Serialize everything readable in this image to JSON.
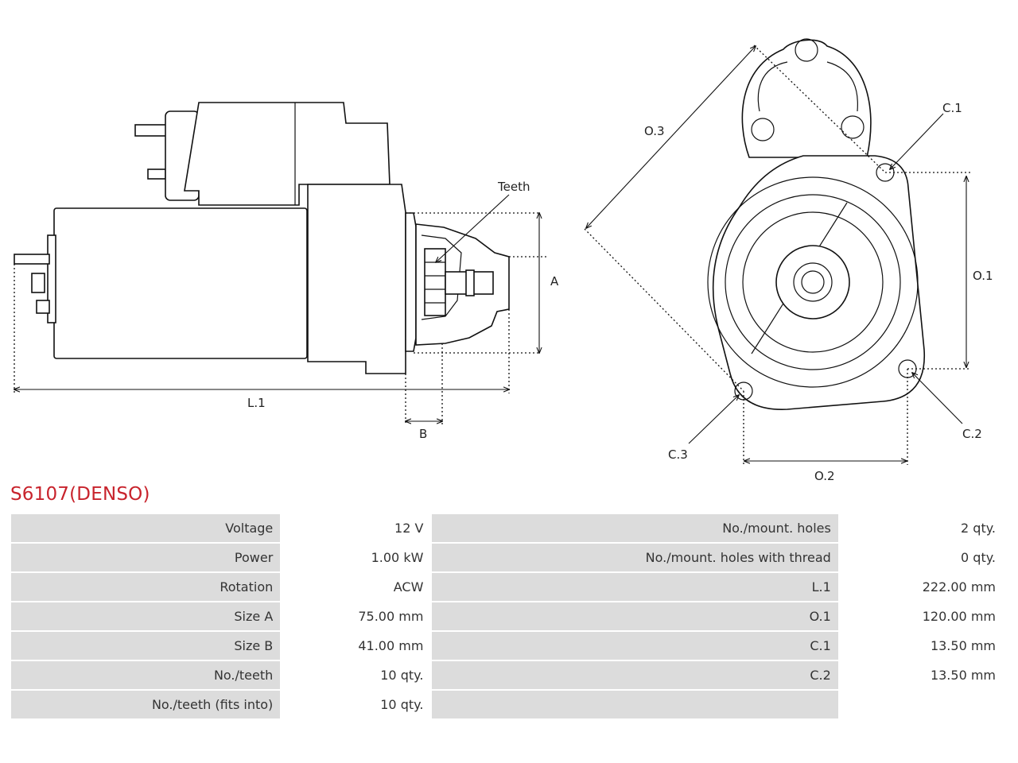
{
  "labels": {
    "teeth": "Teeth",
    "a": "A",
    "b": "B",
    "l1": "L.1",
    "o1": "O.1",
    "o2": "O.2",
    "o3": "O.3",
    "c1": "C.1",
    "c2": "C.2",
    "c3": "C.3"
  },
  "title": "S6107(DENSO)",
  "specs": [
    {
      "label": "Voltage",
      "value": "12 V",
      "label2": "No./mount. holes",
      "value2": "2 qty."
    },
    {
      "label": "Power",
      "value": "1.00 kW",
      "label2": "No./mount. holes with thread",
      "value2": "0 qty."
    },
    {
      "label": "Rotation",
      "value": "ACW",
      "label2": "L.1",
      "value2": "222.00 mm"
    },
    {
      "label": "Size A",
      "value": "75.00 mm",
      "label2": "O.1",
      "value2": "120.00 mm"
    },
    {
      "label": "Size B",
      "value": "41.00 mm",
      "label2": "C.1",
      "value2": "13.50 mm"
    },
    {
      "label": "No./teeth",
      "value": "10 qty.",
      "label2": "C.2",
      "value2": "13.50 mm"
    },
    {
      "label": "No./teeth (fits into)",
      "value": "10 qty.",
      "label2": "",
      "value2": ""
    }
  ]
}
